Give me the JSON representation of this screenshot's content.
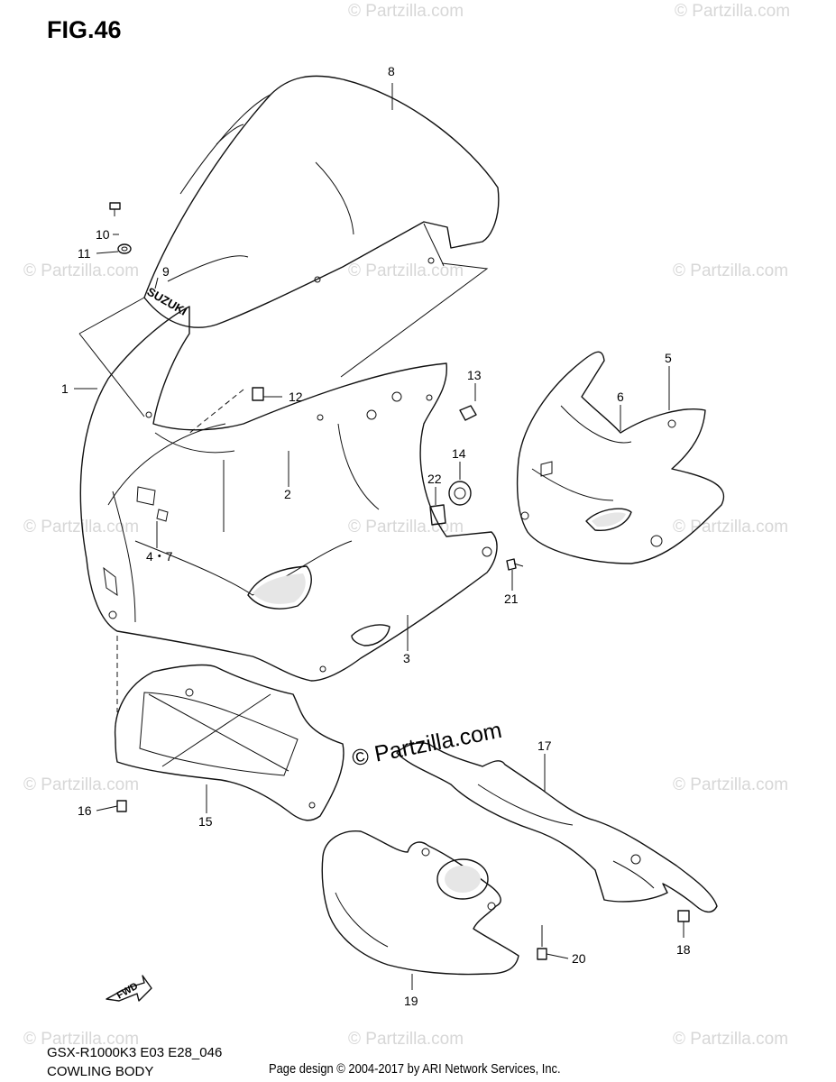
{
  "figure": {
    "title": "FIG.46",
    "model_code": "GSX-R1000K3 E03 E28_046",
    "section_name": "COWLING BODY",
    "credit": "Page design © 2004-2017 by ARI Network Services, Inc.",
    "center_watermark": "© Partzilla.com",
    "watermark": "© Partzilla.com",
    "windscreen_logo": "SUZUKI",
    "fwd_badge": "FWD"
  },
  "callouts": [
    {
      "id": "8",
      "label": "8"
    },
    {
      "id": "10",
      "label": "10"
    },
    {
      "id": "11",
      "label": "11"
    },
    {
      "id": "9",
      "label": "9"
    },
    {
      "id": "1",
      "label": "1"
    },
    {
      "id": "12",
      "label": "12"
    },
    {
      "id": "13",
      "label": "13"
    },
    {
      "id": "5",
      "label": "5"
    },
    {
      "id": "6",
      "label": "6"
    },
    {
      "id": "2",
      "label": "2"
    },
    {
      "id": "14",
      "label": "14"
    },
    {
      "id": "22",
      "label": "22"
    },
    {
      "id": "4-7",
      "label": "4・7"
    },
    {
      "id": "21",
      "label": "21"
    },
    {
      "id": "3",
      "label": "3"
    },
    {
      "id": "17",
      "label": "17"
    },
    {
      "id": "16",
      "label": "16"
    },
    {
      "id": "15",
      "label": "15"
    },
    {
      "id": "20",
      "label": "20"
    },
    {
      "id": "18",
      "label": "18"
    },
    {
      "id": "19",
      "label": "19"
    }
  ]
}
